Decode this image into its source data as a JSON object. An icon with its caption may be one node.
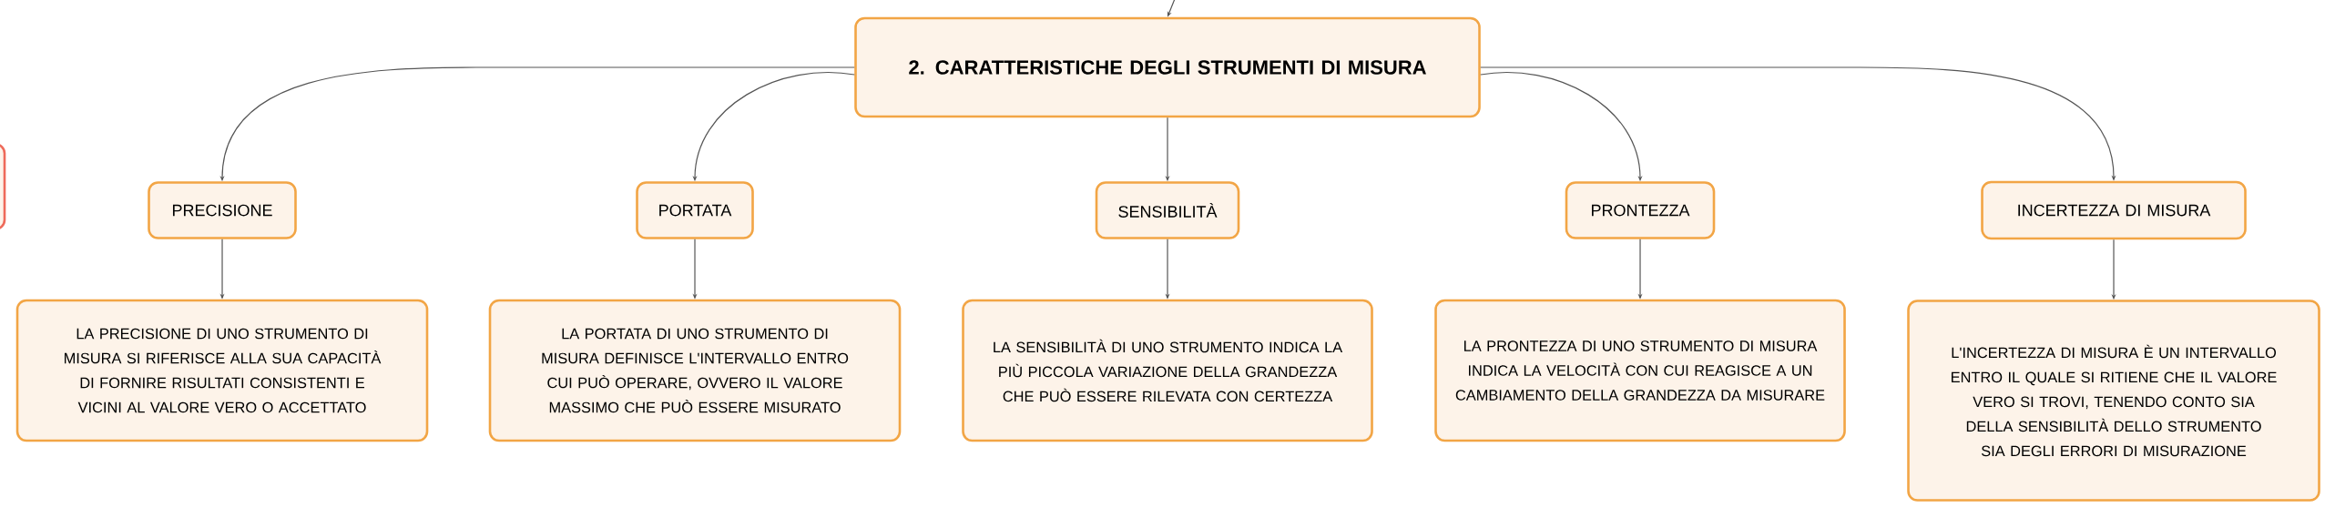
{
  "diagram": {
    "nodes": [
      {
        "text": [
          "2. CARATTERISTICHE DEGLI STRUMENTI DI MISURA"
        ]
      },
      {
        "text": [
          "PRECISIONE"
        ]
      },
      {
        "text": [
          "PORTATA"
        ]
      },
      {
        "text": [
          "SENSIBILITÀ"
        ]
      },
      {
        "text": [
          "PRONTEZZA"
        ]
      },
      {
        "text": [
          "INCERTEZZA DI MISURA"
        ]
      },
      {
        "text": [
          "LA PRECISIONE DI UNO STRUMENTO DI MISURA SI RIFERISCE ALLA SUA CAPACITÀ DI FORNIRE RISULTATI CONSISTENTI E VICINI AL VALORE VERO O ACCETTATO"
        ]
      },
      {
        "text": [
          "LA PORTATA DI UNO STRUMENTO DI MISURA DEFINISCE L'INTERVALLO ENTRO CUI PUÒ OPERARE, OVVERO IL VALORE MASSIMO CHE PUÒ ESSERE MISURATO"
        ]
      },
      {
        "text": [
          "LA SENSIBILITÀ DI UNO STRUMENTO INDICA LA PIÙ PICCOLA VARIAZIONE DELLA GRANDEZZA CHE PUÒ ESSERE RILEVATA CON CERTEZZA"
        ]
      },
      {
        "text": [
          "LA PRONTEZZA DI UNO STRUMENTO DI MISURA INDICA LA VELOCITÀ CON CUI REAGISCE A UN CAMBIAMENTO DELLA GRANDEZZA DA MISURARE"
        ]
      },
      {
        "text": [
          "L'INCERTEZZA DI MISURA È UN INTERVALLO ENTRO IL QUALE SI RITIENE CHE IL VALORE VERO SI TROVI, TENENDO CONTO SIA DELLA SENSIBILITÀ DELLO STRUMENTO SIA DEGLI ERRORI DI MISURAZIONE"
        ]
      },
      {
        "text": [],
        "shape": "box"
      }
    ],
    "edges": [
      {
        "from": null,
        "to": 0,
        "arrow": "to"
      },
      {
        "from": 0,
        "to": 1,
        "arrow": "to"
      },
      {
        "from": 0,
        "to": 2,
        "arrow": "to"
      },
      {
        "from": 0,
        "to": 3,
        "arrow": "to"
      },
      {
        "from": 0,
        "to": 4,
        "arrow": "to"
      },
      {
        "from": 0,
        "to": 5,
        "arrow": "to"
      },
      {
        "from": 1,
        "to": 6,
        "arrow": "to"
      },
      {
        "from": 2,
        "to": 7,
        "arrow": "to"
      },
      {
        "from": 3,
        "to": 8,
        "arrow": "to"
      },
      {
        "from": 4,
        "to": 9,
        "arrow": "to"
      },
      {
        "from": 5,
        "to": 10,
        "arrow": "to"
      }
    ]
  }
}
